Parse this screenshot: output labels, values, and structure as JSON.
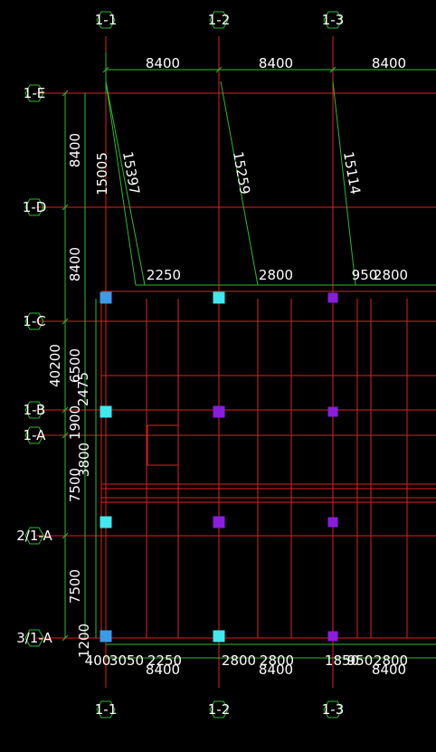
{
  "axes": {
    "columns": [
      "1-1",
      "1-2",
      "1-3"
    ],
    "rows": [
      "1-E",
      "1-D",
      "1-C",
      "1-B",
      "1-A",
      "2/1-A",
      "3/1-A"
    ]
  },
  "top_dims": [
    "8400",
    "8400",
    "8400"
  ],
  "bottom_dims": [
    "8400",
    "8400",
    "8400"
  ],
  "bottom_small_dims": [
    "400",
    "3050",
    "2250",
    "2800",
    "2800",
    "1850",
    "950",
    "2800"
  ],
  "left_dims": [
    "8400",
    "8400",
    "6500",
    "1900",
    "7500",
    "7500"
  ],
  "left_total": "40200",
  "left_inner": [
    "2475",
    "3800",
    "1200"
  ],
  "diag_labels": [
    "15005",
    "15397",
    "15259",
    "15114"
  ],
  "mid_dims": [
    "2250",
    "2800",
    "950",
    "2800"
  ],
  "colors": {
    "background": "#000000",
    "grid_line": "#e02020",
    "dim_line": "#2fb82f",
    "column_cyan": "#40e8f0",
    "column_blue": "#3a9ce8",
    "column_purple": "#8a1ce0",
    "text": "#ffffff"
  }
}
